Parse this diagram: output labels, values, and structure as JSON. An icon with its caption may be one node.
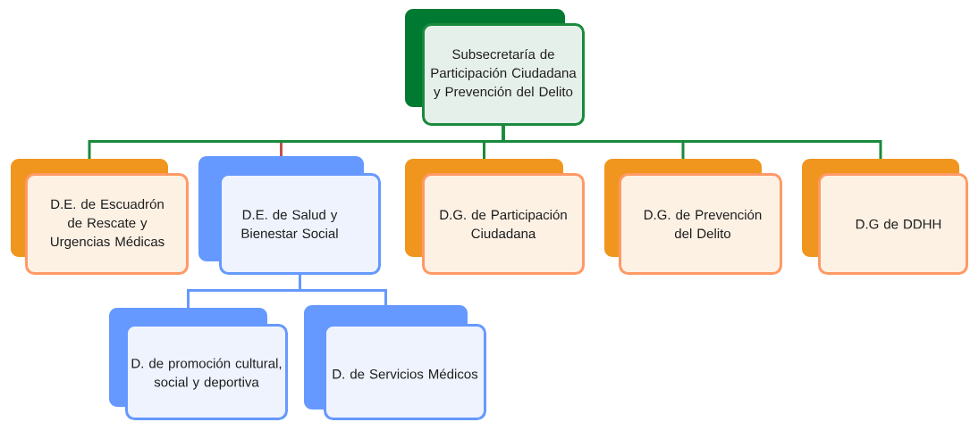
{
  "diagram": {
    "nodes": [
      {
        "text": [
          "Subsecretaría de Participación Ciudadana y Prevención del Delito"
        ]
      },
      {
        "text": [
          "D.E. de Escuadrón de Rescate y Urgencias Médicas"
        ]
      },
      {
        "text": [
          "D.E. de Salud y Bienestar Social"
        ]
      },
      {
        "text": [
          "D.G. de Participación Ciudadana"
        ]
      },
      {
        "text": [
          "D.G. de Prevención del Delito"
        ]
      },
      {
        "text": [
          "D.G de DDHH"
        ]
      },
      {
        "text": [
          "D. de promoción cultural, social y deportiva"
        ]
      },
      {
        "text": [
          "D. de Servicios Médicos"
        ]
      }
    ],
    "edges": [
      {
        "from": 0,
        "to": 1,
        "arrow": "none"
      },
      {
        "from": 0,
        "to": 2,
        "arrow": "none",
        "color": "#c0504d"
      },
      {
        "from": 0,
        "to": 3,
        "arrow": "none"
      },
      {
        "from": 0,
        "to": 4,
        "arrow": "none"
      },
      {
        "from": 0,
        "to": 5,
        "arrow": "none"
      },
      {
        "from": 2,
        "to": 6,
        "arrow": "none",
        "color": "#6699ff"
      },
      {
        "from": 2,
        "to": 7,
        "arrow": "none",
        "color": "#6699ff"
      }
    ]
  }
}
